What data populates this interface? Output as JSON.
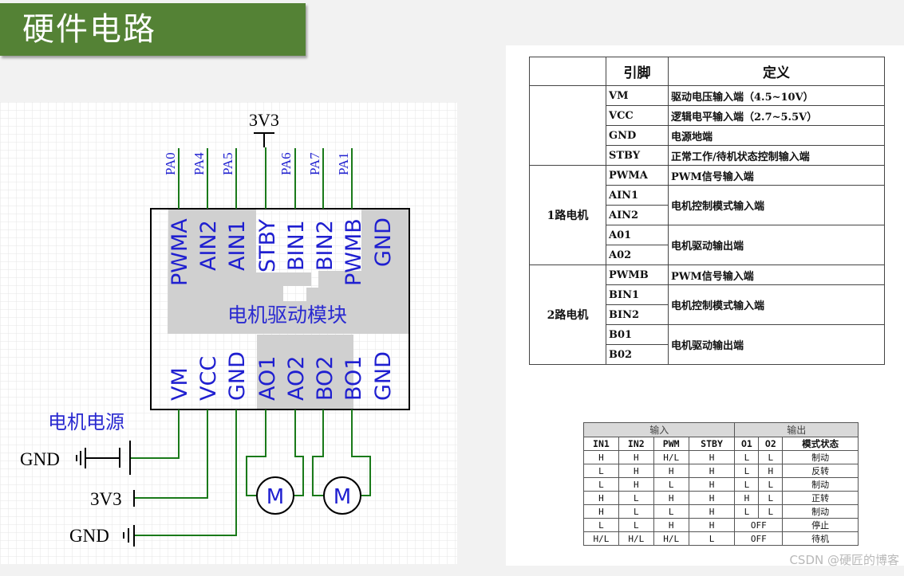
{
  "title": "硬件电路",
  "schematic": {
    "supply_top": "3V3",
    "mcu_pins": [
      "PA0",
      "PA4",
      "PA5",
      "PA6",
      "PA7",
      "PA1"
    ],
    "top_pins": [
      "PWMA",
      "AIN2",
      "AIN1",
      "STBY",
      "BIN1",
      "BIN2",
      "PWMB",
      "GND"
    ],
    "module_label": "电机驱动模块",
    "bottom_pins": [
      "VM",
      "VCC",
      "GND",
      "AO1",
      "AO2",
      "BO2",
      "BO1",
      "GND"
    ],
    "power_label": "电机电源",
    "left_labels": [
      "GND",
      "3V3",
      "GND"
    ],
    "motor_label": "M",
    "colors": {
      "wire": "#1a7a1a",
      "pin_text": "#1f1fd0",
      "label_text": "#2a2ad0",
      "gray": "#d0d0d0",
      "outline": "#000000"
    }
  },
  "pin_table": {
    "headers": [
      "",
      "引脚",
      "定义"
    ],
    "groups": [
      {
        "group": "",
        "rows": [
          {
            "pin": "VM",
            "def": "驱动电压输入端（4.5~10V）"
          },
          {
            "pin": "VCC",
            "def": "逻辑电平输入端（2.7~5.5V）"
          },
          {
            "pin": "GND",
            "def": "电源地端"
          },
          {
            "pin": "STBY",
            "def": "正常工作/待机状态控制输入端"
          }
        ]
      },
      {
        "group": "1路电机",
        "rows": [
          {
            "pin": "PWMA",
            "def": "PWM信号输入端"
          },
          {
            "pin": "AIN1",
            "def": "电机控制模式输入端"
          },
          {
            "pin": "AIN2",
            "def": ""
          },
          {
            "pin": "A01",
            "def": "电机驱动输出端"
          },
          {
            "pin": "A02",
            "def": ""
          }
        ]
      },
      {
        "group": "2路电机",
        "rows": [
          {
            "pin": "PWMB",
            "def": "PWM信号输入端"
          },
          {
            "pin": "BIN1",
            "def": "电机控制模式输入端"
          },
          {
            "pin": "BIN2",
            "def": ""
          },
          {
            "pin": "B01",
            "def": "电机驱动输出端"
          },
          {
            "pin": "B02",
            "def": ""
          }
        ]
      }
    ]
  },
  "truth_table": {
    "group_headers": {
      "input": "输入",
      "output": "输出"
    },
    "headers": [
      "IN1",
      "IN2",
      "PWM",
      "STBY",
      "O1",
      "O2",
      "模式状态"
    ],
    "rows": [
      [
        "H",
        "H",
        "H/L",
        "H",
        "L",
        "L",
        "制动"
      ],
      [
        "L",
        "H",
        "H",
        "H",
        "L",
        "H",
        "反转"
      ],
      [
        "L",
        "H",
        "L",
        "H",
        "L",
        "L",
        "制动"
      ],
      [
        "H",
        "L",
        "H",
        "H",
        "H",
        "L",
        "正转"
      ],
      [
        "H",
        "L",
        "L",
        "H",
        "L",
        "L",
        "制动"
      ],
      [
        "L",
        "L",
        "H",
        "H",
        "OFF",
        "",
        "停止"
      ],
      [
        "H/L",
        "H/L",
        "H/L",
        "L",
        "OFF",
        "",
        "待机"
      ]
    ]
  },
  "watermark": "CSDN @硬匠的博客"
}
